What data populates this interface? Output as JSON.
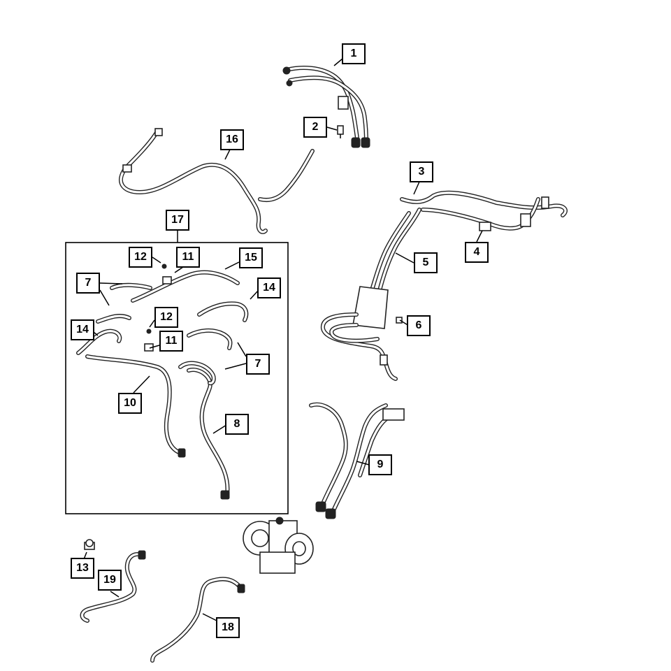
{
  "diagram": {
    "kit_box_number": "17",
    "callouts": [
      {
        "id": "c1",
        "label": "1"
      },
      {
        "id": "c2",
        "label": "2"
      },
      {
        "id": "c3",
        "label": "3"
      },
      {
        "id": "c4",
        "label": "4"
      },
      {
        "id": "c5",
        "label": "5"
      },
      {
        "id": "c6",
        "label": "6"
      },
      {
        "id": "c7a",
        "label": "7"
      },
      {
        "id": "c7b",
        "label": "7"
      },
      {
        "id": "c8",
        "label": "8"
      },
      {
        "id": "c9",
        "label": "9"
      },
      {
        "id": "c10",
        "label": "10"
      },
      {
        "id": "c11a",
        "label": "11"
      },
      {
        "id": "c11b",
        "label": "11"
      },
      {
        "id": "c12a",
        "label": "12"
      },
      {
        "id": "c12b",
        "label": "12"
      },
      {
        "id": "c13",
        "label": "13"
      },
      {
        "id": "c14a",
        "label": "14"
      },
      {
        "id": "c14b",
        "label": "14"
      },
      {
        "id": "c15",
        "label": "15"
      },
      {
        "id": "c16",
        "label": "16"
      },
      {
        "id": "c17",
        "label": "17"
      },
      {
        "id": "c18",
        "label": "18"
      },
      {
        "id": "c19",
        "label": "19"
      }
    ]
  }
}
